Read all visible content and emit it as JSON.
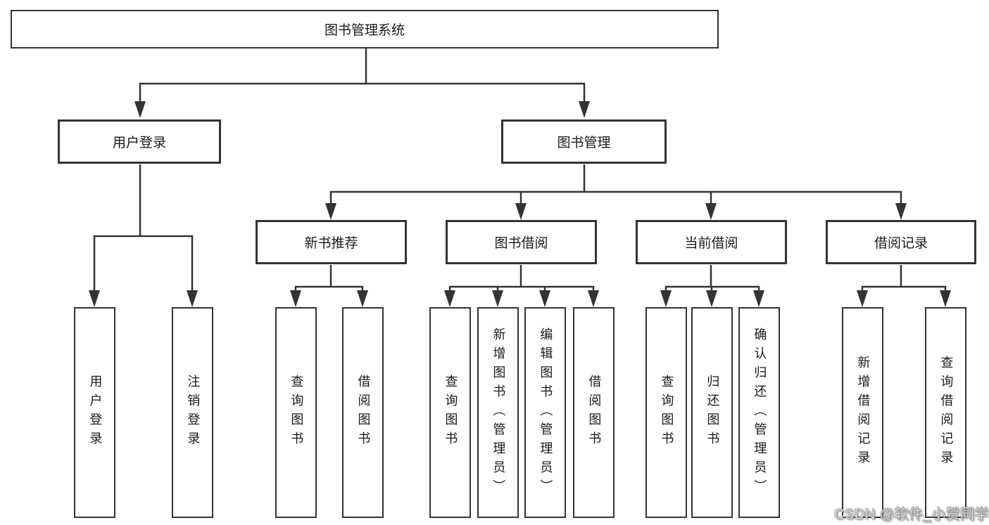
{
  "tree": {
    "root": {
      "label": "图书管理系统"
    },
    "branches": [
      {
        "label": "用户登录",
        "children": [
          {
            "label": "用户登录"
          },
          {
            "label": "注销登录"
          }
        ]
      },
      {
        "label": "图书管理",
        "children": [
          {
            "label": "新书推荐",
            "children": [
              {
                "label": "查询图书"
              },
              {
                "label": "借阅图书"
              }
            ]
          },
          {
            "label": "图书借阅",
            "children": [
              {
                "label": "查询图书"
              },
              {
                "label": "新增图书（管理员）"
              },
              {
                "label": "编辑图书（管理员）"
              },
              {
                "label": "借阅图书"
              }
            ]
          },
          {
            "label": "当前借阅",
            "children": [
              {
                "label": "查询图书"
              },
              {
                "label": "归还图书"
              },
              {
                "label": "确认归还（管理员）"
              }
            ]
          },
          {
            "label": "借阅记录",
            "children": [
              {
                "label": "新增借阅记录"
              },
              {
                "label": "查询借阅记录"
              }
            ]
          }
        ]
      }
    ]
  },
  "watermark": {
    "text": "CSDN @软件_小贺同学"
  },
  "colors": {
    "line": "#333333",
    "text": "#1a1a1a",
    "background": "#ffffff",
    "watermark_fill": "#ffffff",
    "watermark_shadow": "#999999"
  }
}
